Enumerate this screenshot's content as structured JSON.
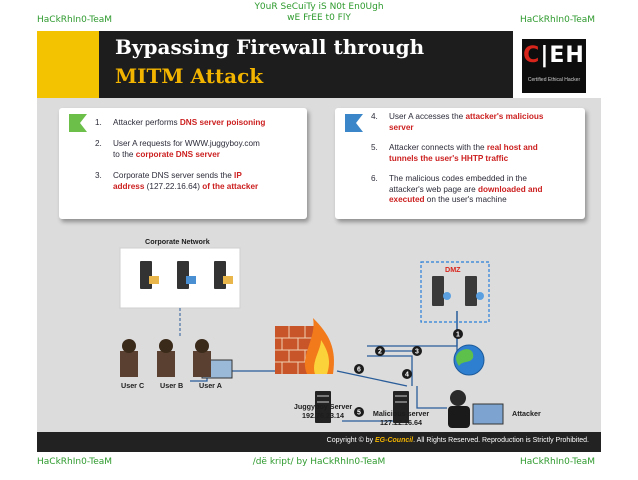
{
  "watermark": {
    "top_center_line1": "Y0uR SeCuiTy iS N0t En0Ugh",
    "top_center_line2": "wE FrEE t0 FlY",
    "top_left": "HaCkRhIn0-TeaM",
    "top_right": "HaCkRhIn0-TeaM",
    "bottom_left": "HaCkRhIn0-TeaM",
    "bottom_center": "/dë kript/ by HaCkRhIn0-TeaM",
    "bottom_right": "HaCkRhIn0-TeaM"
  },
  "header": {
    "title_line1": "Bypassing Firewall through",
    "title_line2": "MITM Attack"
  },
  "logo": {
    "c": "C",
    "bar": "|",
    "eh": "EH",
    "subtitle": "Certified Ethical Hacker"
  },
  "steps_left": [
    {
      "num": "1.",
      "line1": "Attacker performs ",
      "hl1": "DNS server poisoning"
    },
    {
      "num": "2.",
      "line1": "User A requests for WWW.juggyboy.com",
      "line2": "to the ",
      "hl2": "corporate DNS server"
    },
    {
      "num": "3.",
      "line1": "Corporate DNS server sends the ",
      "hl1": "IP",
      "hl2a": "address",
      "line2": " (127.22.16.64) ",
      "hl2b": "of the attacker"
    }
  ],
  "steps_right": [
    {
      "num": "4.",
      "line1": "User A accesses the ",
      "hl1": "attacker's malicious",
      "hl2": "server"
    },
    {
      "num": "5.",
      "line1": "Attacker connects with the ",
      "hl1": "real host and",
      "hl2": "tunnels the user's HHTP traffic"
    },
    {
      "num": "6.",
      "line1": "The malicious codes embedded in the",
      "line2": "attacker's web page are ",
      "hl2": "downloaded and",
      "hl3": "executed",
      "line3": " on the user's machine"
    }
  ],
  "diagram": {
    "corporate_network": "Corporate Network",
    "dmz": "DMZ",
    "user_c": "User C",
    "user_b": "User B",
    "user_a": "User A",
    "juggyboy_server": "Juggyboy Server",
    "juggyboy_ip": "192.76.23.14",
    "malicious_server": "Malicious server",
    "malicious_ip": "127.22.16.64",
    "attacker": "Attacker",
    "badges": [
      "1",
      "2",
      "3",
      "4",
      "5",
      "6"
    ]
  },
  "footer": {
    "copyright_prefix": "Copyright © by ",
    "brand": "EG-Council",
    "copyright_suffix": ". All Rights Reserved. Reproduction is Strictly Prohibited."
  },
  "colors": {
    "accent_yellow": "#f3c200",
    "title_orange": "#f3b400",
    "highlight_red": "#cc1f1f",
    "watermark_green": "#2e9a2e"
  }
}
